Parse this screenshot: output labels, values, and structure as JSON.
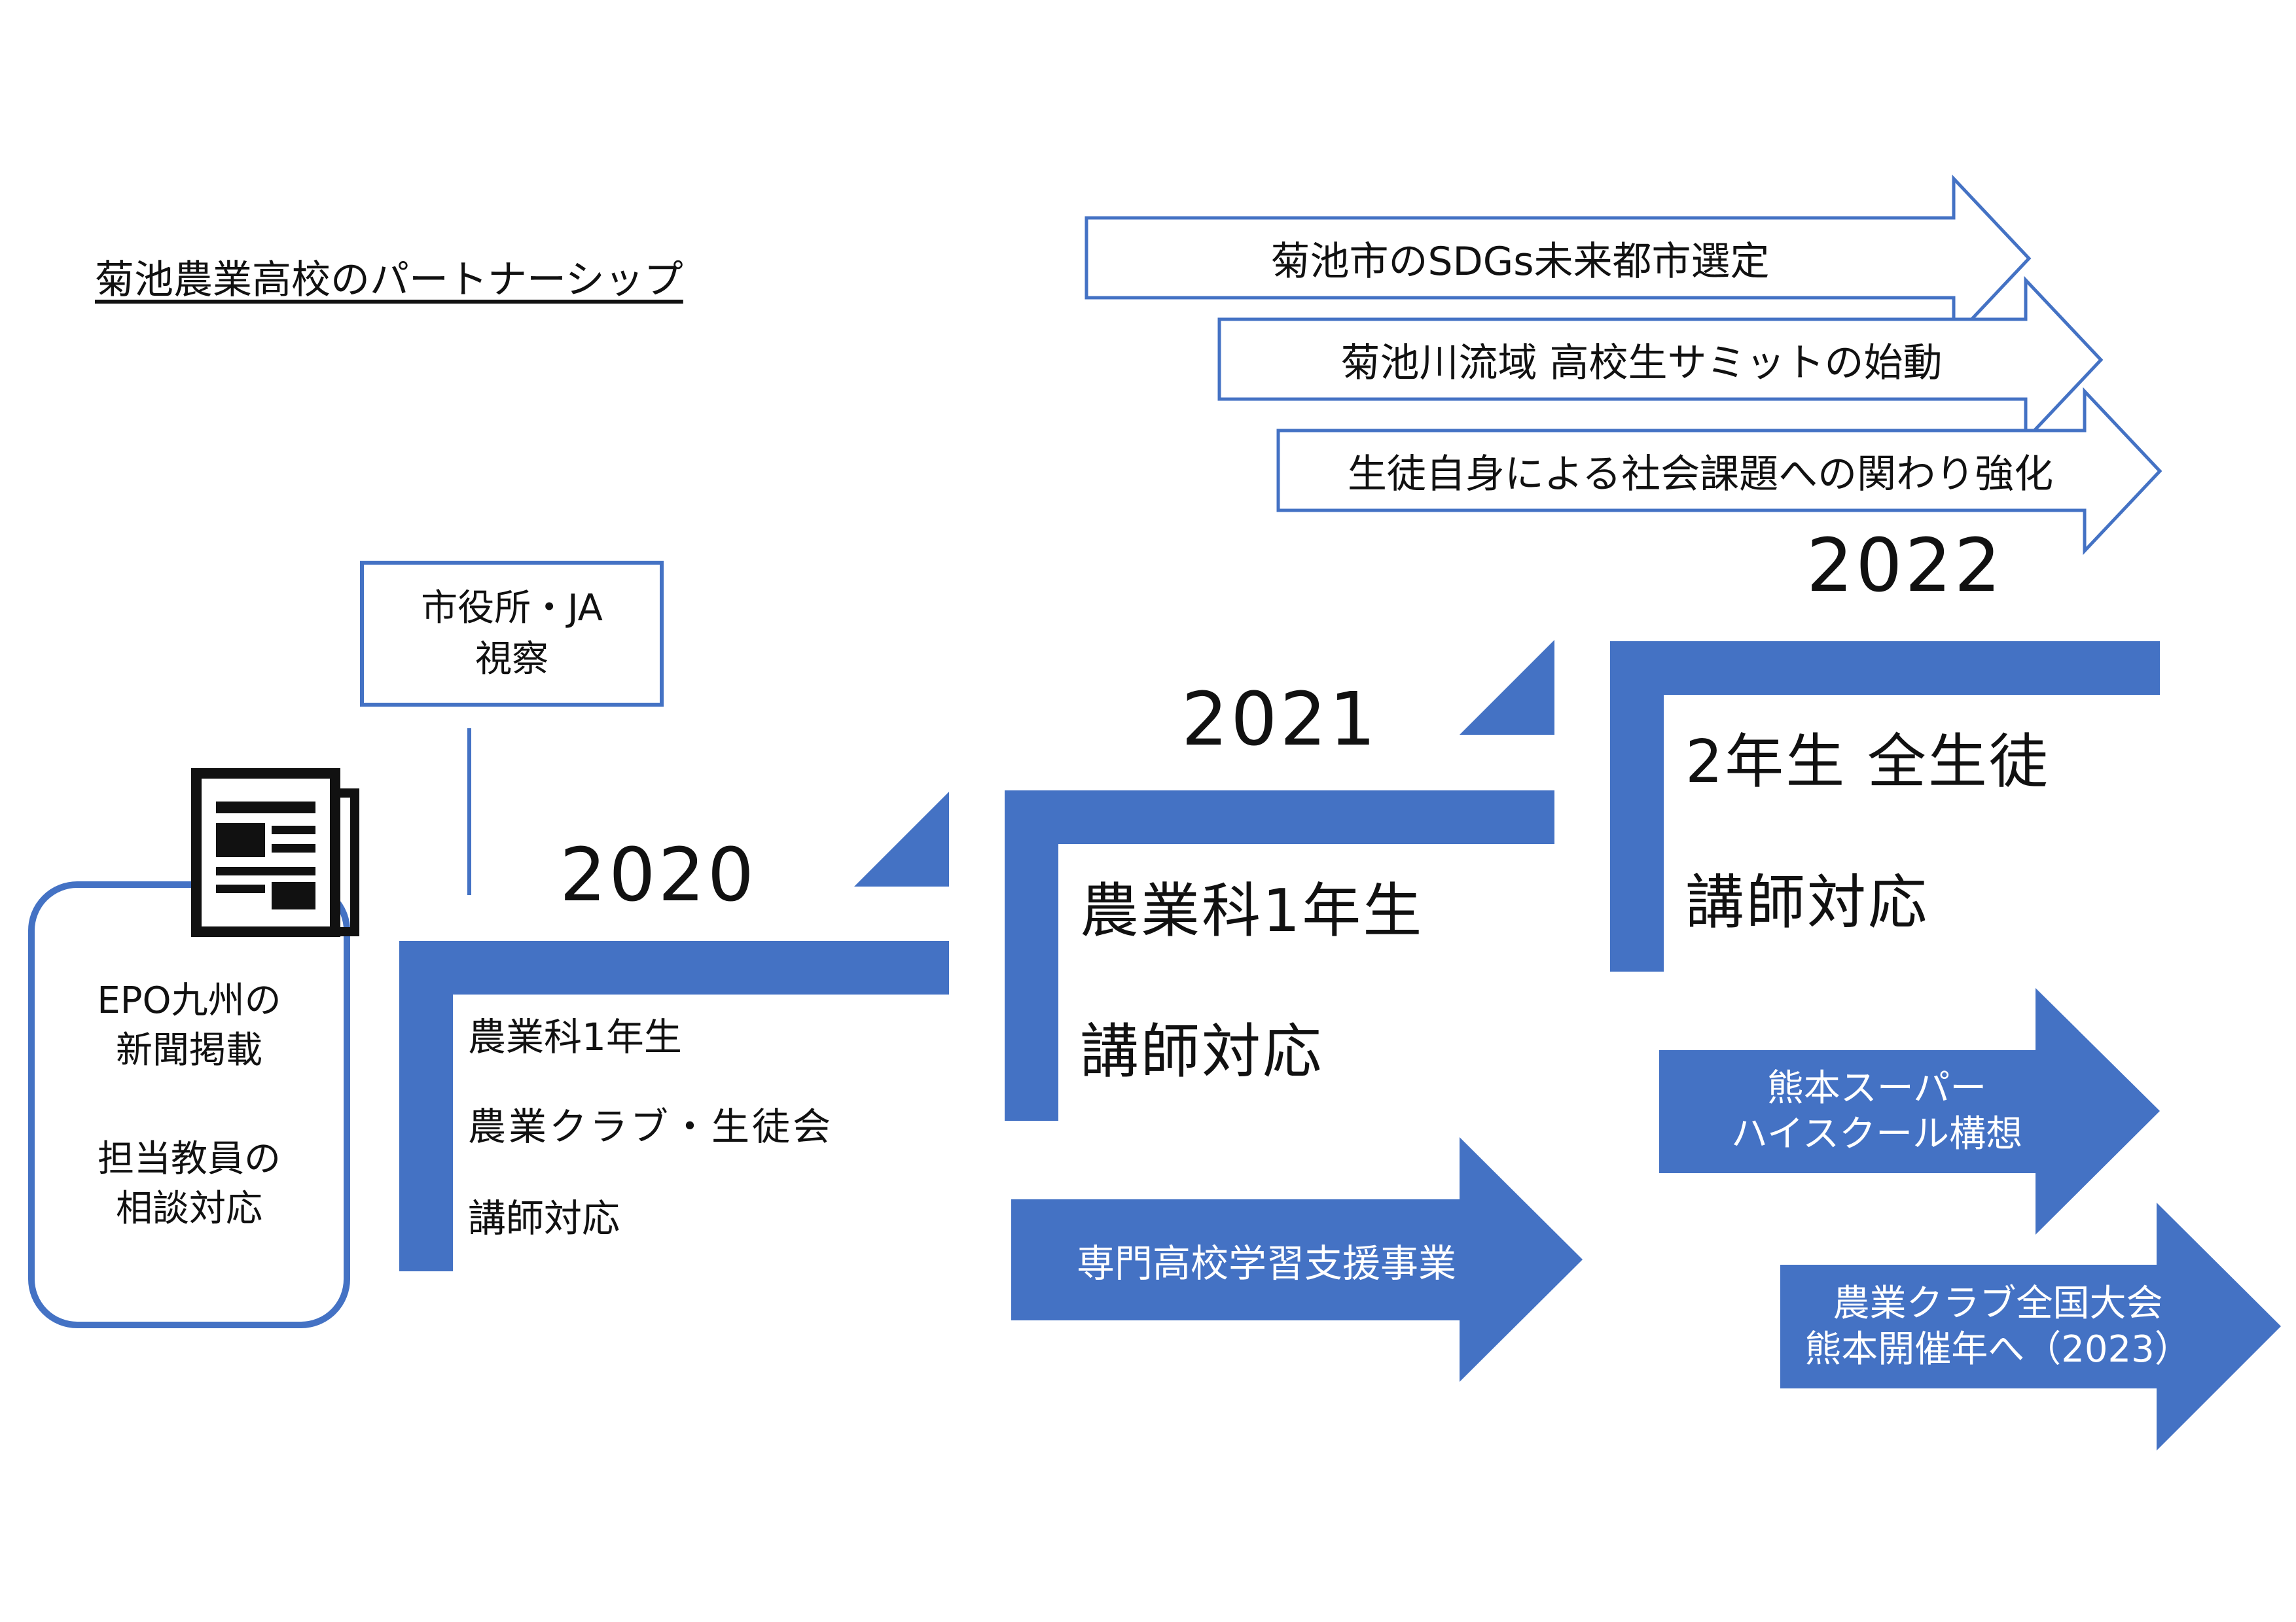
{
  "title": "菊池農業高校のパートナーシップ",
  "colors": {
    "accent": "#4472C4",
    "outline": "#4472C4",
    "text": "#111111",
    "on_accent": "#ffffff"
  },
  "icons": {
    "newspaper": "newspaper-icon"
  },
  "epo_box": {
    "line1": "EPO九州の",
    "line2": "新聞掲載",
    "line3": "担当教員の",
    "line4": "相談対応"
  },
  "visit_box": {
    "line1": "市役所・JA",
    "line2": "視察"
  },
  "years": {
    "y2020": "2020",
    "y2021": "2021",
    "y2022": "2022"
  },
  "step2020": {
    "item1": "農業科1年生",
    "item2": "農業クラブ・生徒会",
    "item3": "講師対応"
  },
  "step2021": {
    "item1": "農業科1年生",
    "item2": "講師対応"
  },
  "step2022": {
    "item1": "2年生 全生徒",
    "item2": "講師対応"
  },
  "outline_arrows": {
    "a1": "菊池市のSDGs未来都市選定",
    "a2": "菊池川流域 高校生サミットの始動",
    "a3": "生徒自身による社会課題への関わり強化"
  },
  "filled_arrows": {
    "support": "専門高校学習支援事業",
    "super_line1": "熊本スーパー",
    "super_line2": "ハイスクール構想",
    "club_line1": "農業クラブ全国大会",
    "club_line2": "熊本開催年へ（2023）"
  }
}
